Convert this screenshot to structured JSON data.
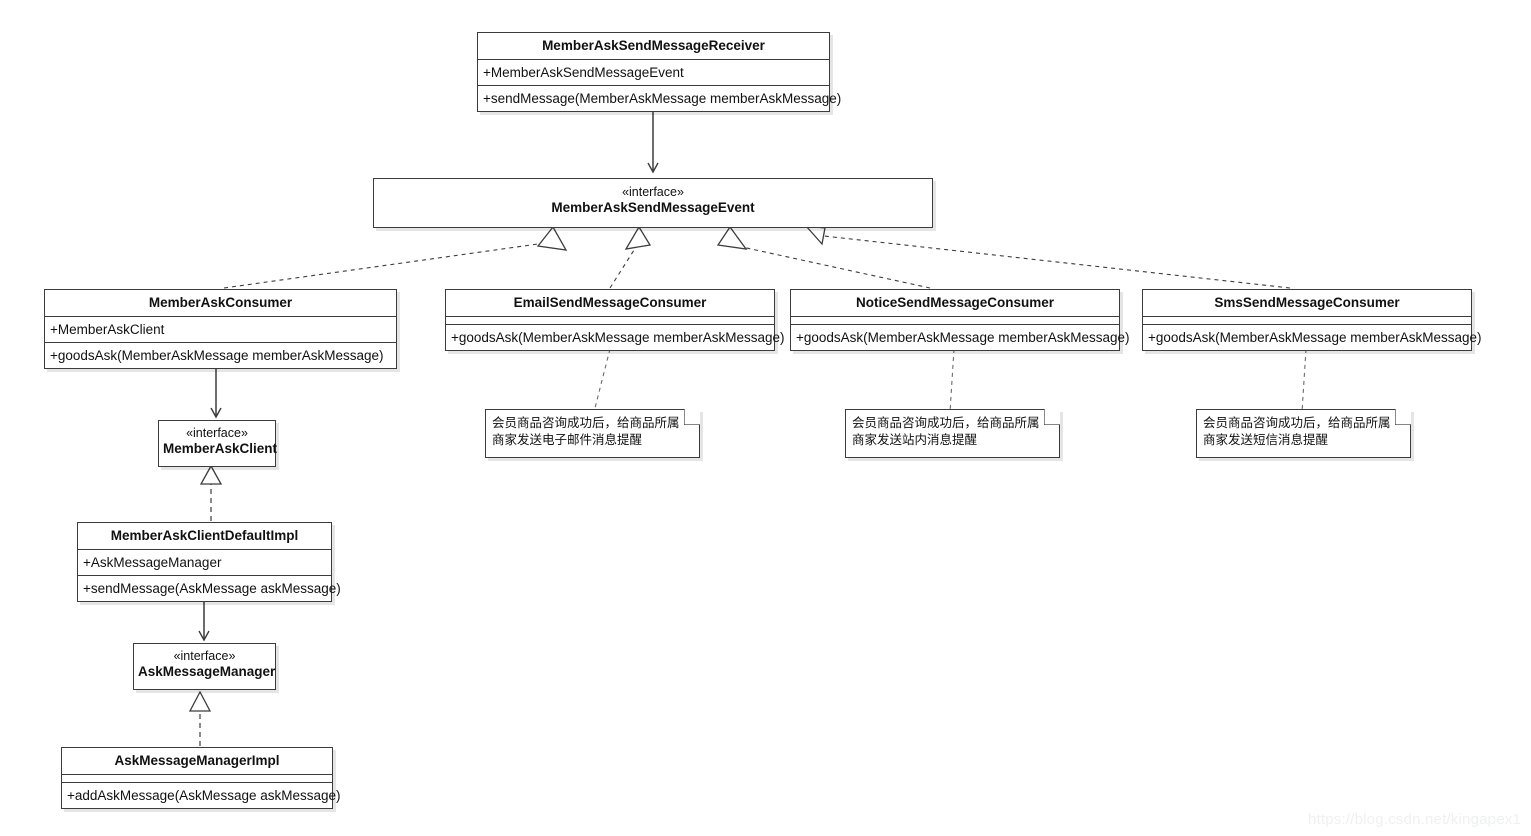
{
  "diagram": {
    "type": "uml-class-diagram",
    "watermark": "https://blog.csdn.net/kingapex1",
    "stereotype_interface": "«interface»"
  },
  "classes": {
    "receiver": {
      "name": "MemberAskSendMessageReceiver",
      "attribute": "+MemberAskSendMessageEvent",
      "method": "+sendMessage(MemberAskMessage memberAskMessage)"
    },
    "event_interface": {
      "stereotype": "«interface»",
      "name": "MemberAskSendMessageEvent"
    },
    "member_ask_consumer": {
      "name": "MemberAskConsumer",
      "attribute": "+MemberAskClient",
      "method": "+goodsAsk(MemberAskMessage memberAskMessage)"
    },
    "email_consumer": {
      "name": "EmailSendMessageConsumer",
      "method": "+goodsAsk(MemberAskMessage memberAskMessage)"
    },
    "notice_consumer": {
      "name": "NoticeSendMessageConsumer",
      "method": "+goodsAsk(MemberAskMessage memberAskMessage)"
    },
    "sms_consumer": {
      "name": "SmsSendMessageConsumer",
      "method": "+goodsAsk(MemberAskMessage memberAskMessage)"
    },
    "member_ask_client": {
      "stereotype": "«interface»",
      "name": "MemberAskClient"
    },
    "member_ask_client_default_impl": {
      "name": "MemberAskClientDefaultImpl",
      "attribute": "+AskMessageManager",
      "method": "+sendMessage(AskMessage askMessage)"
    },
    "ask_message_manager": {
      "stereotype": "«interface»",
      "name": "AskMessageManager"
    },
    "ask_message_manager_impl": {
      "name": "AskMessageManagerImpl",
      "method": "+addAskMessage(AskMessage askMessage)"
    }
  },
  "notes": {
    "email_note": "会员商品咨询成功后，给商品所属\n商家发送电子邮件消息提醒",
    "notice_note": "会员商品咨询成功后，给商品所属\n商家发送站内消息提醒",
    "sms_note": "会员商品咨询成功后，给商品所属\n商家发送短信消息提醒"
  },
  "colors": {
    "line": "#3c3c3c",
    "background": "#ffffff",
    "text": "#111111",
    "watermark": "#eef0f2"
  }
}
